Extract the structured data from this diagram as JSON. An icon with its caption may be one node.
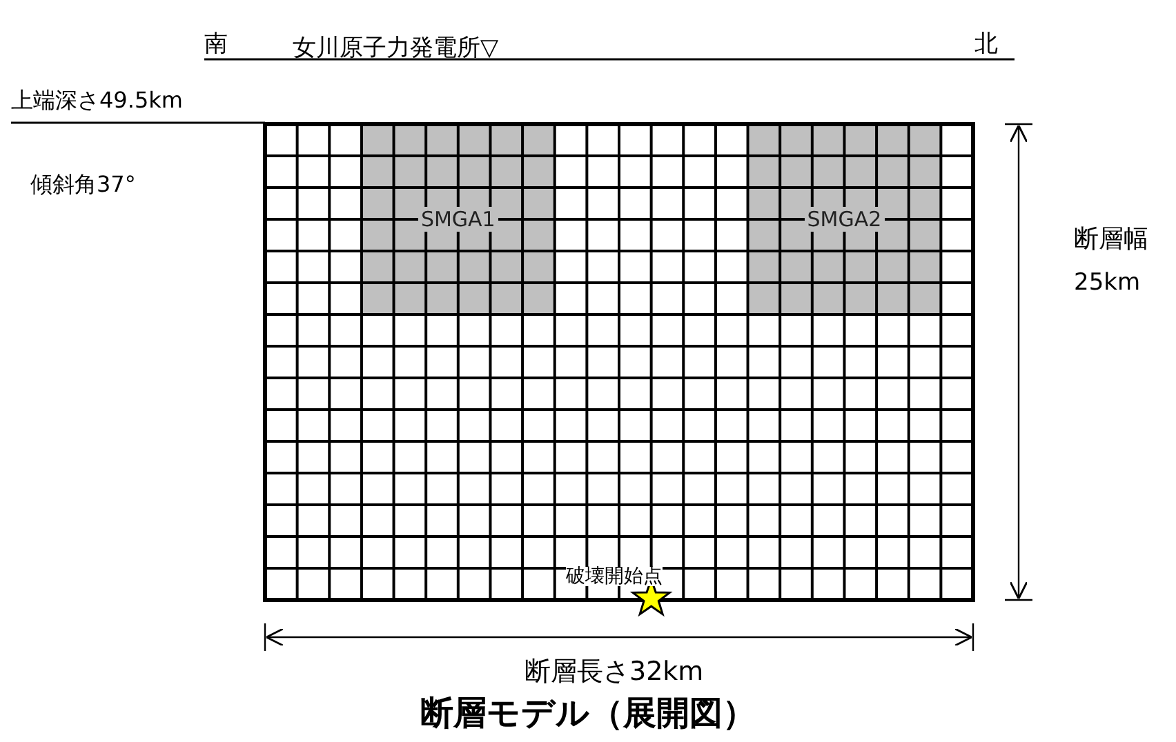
{
  "diagram": {
    "title": "断層モデル（展開図）",
    "nodes": [
      {
        "text": [
          "SMGA1"
        ]
      },
      {
        "text": [
          "SMGA2"
        ]
      }
    ],
    "labels": [
      "南",
      "女川原子力発電所▽",
      "北",
      "上端深さ49.5km",
      "傾斜角37°",
      "断層幅",
      "25km",
      "破壊開始点",
      "断層長さ32km"
    ]
  }
}
